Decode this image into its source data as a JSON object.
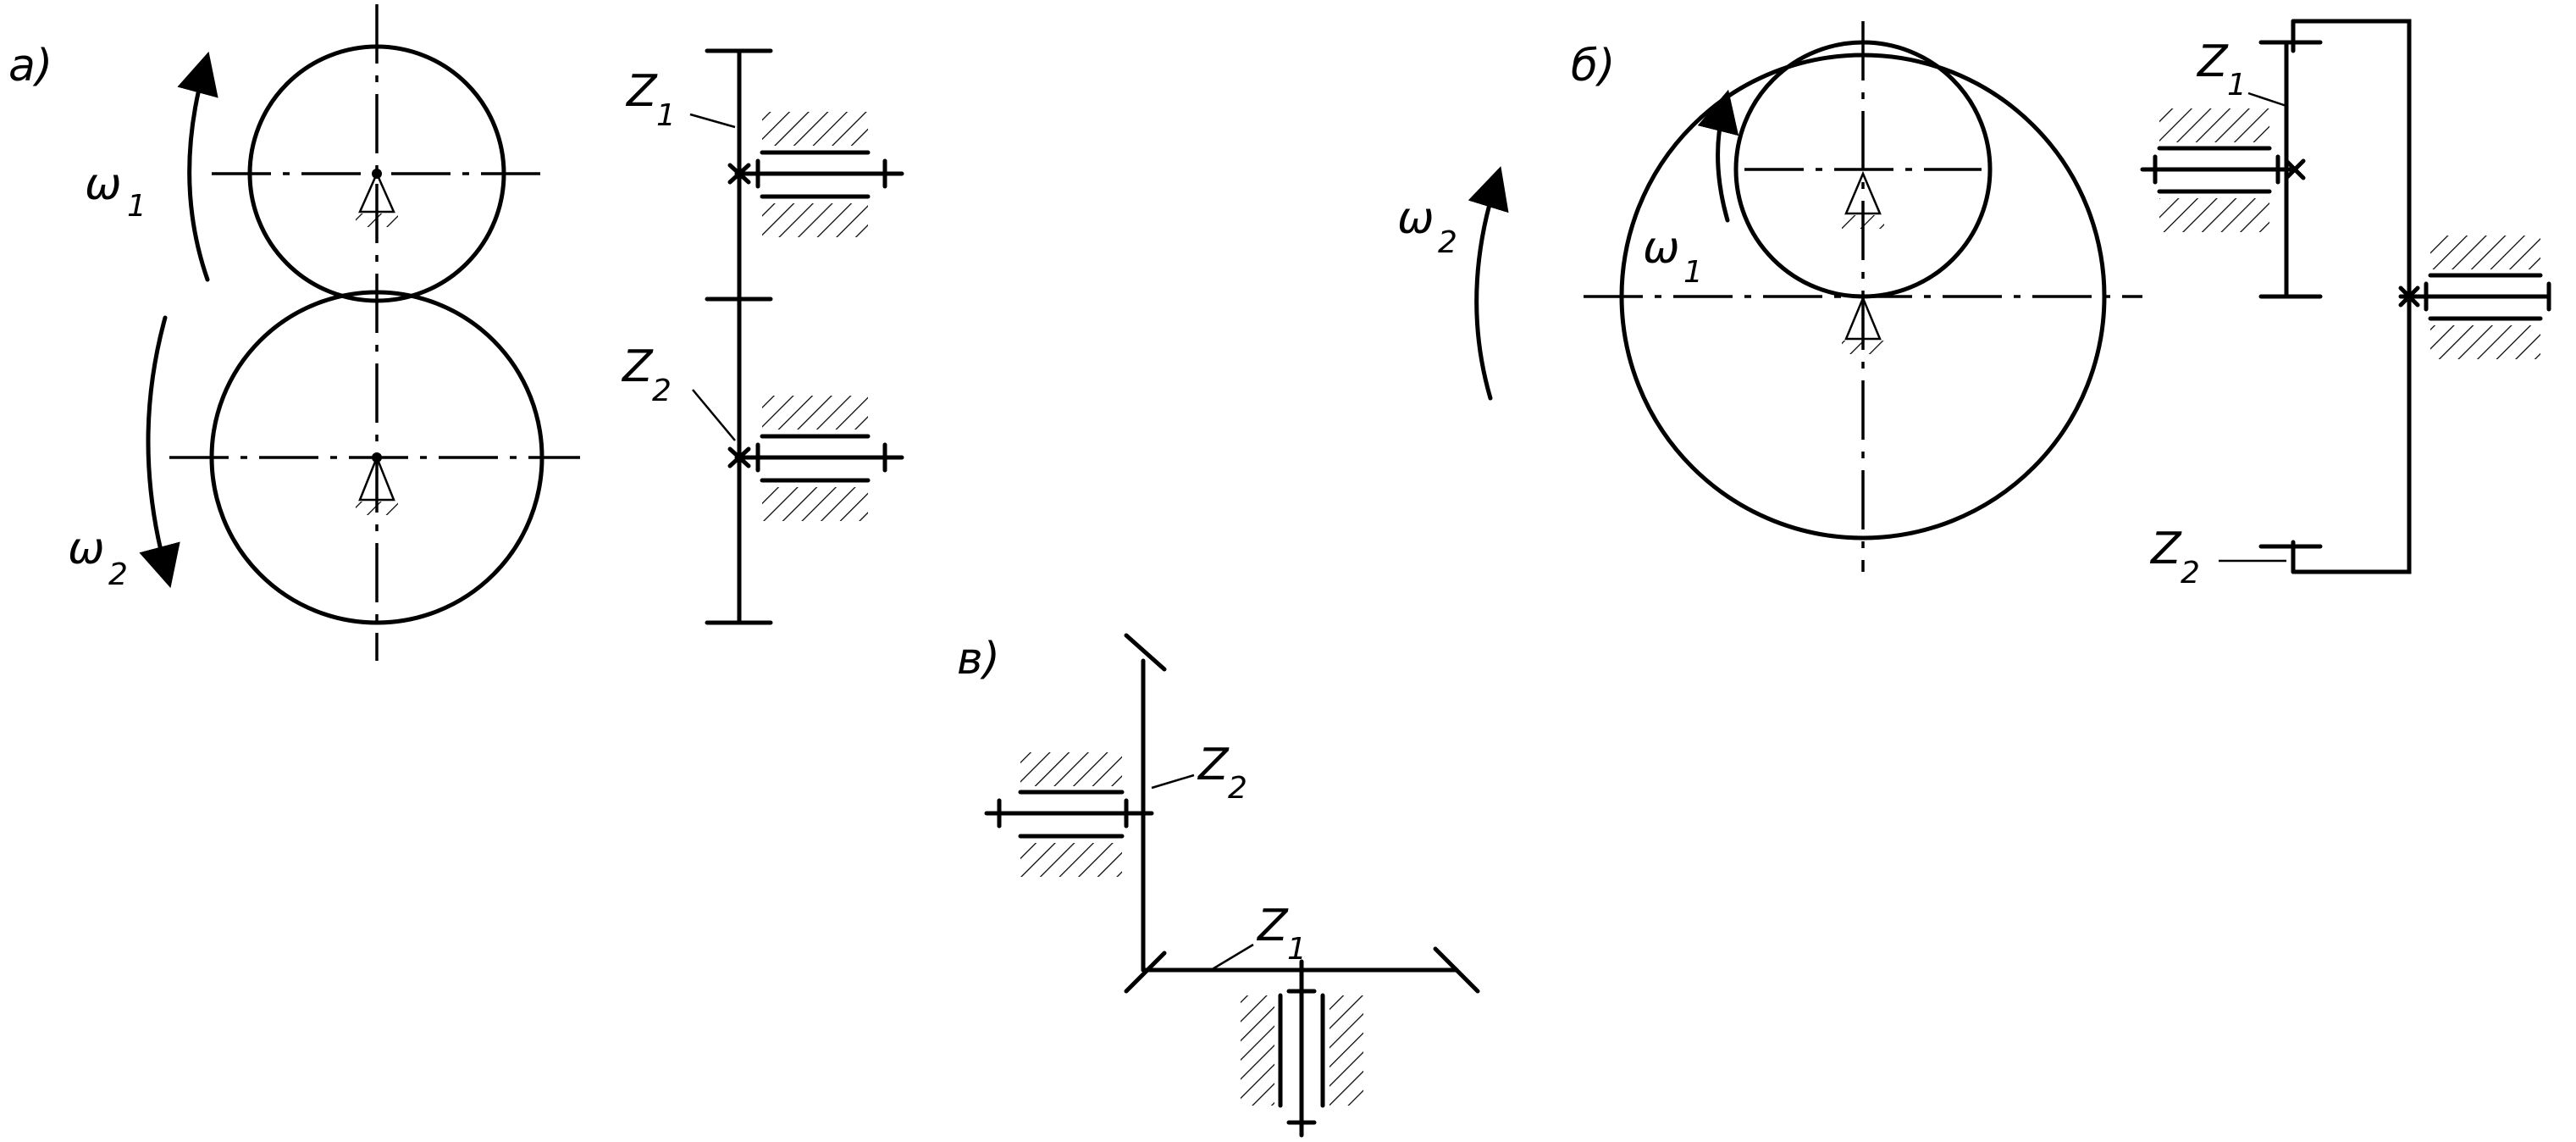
{
  "panels": {
    "a": {
      "label": "а)",
      "omega1": "ω",
      "omega1_sub": "1",
      "omega2": "ω",
      "omega2_sub": "2",
      "z1": "Z",
      "z1_sub": "1",
      "z2": "Z",
      "z2_sub": "2"
    },
    "b": {
      "label": "б)",
      "omega1": "ω",
      "omega1_sub": "1",
      "omega2": "ω",
      "omega2_sub": "2",
      "z1": "Z",
      "z1_sub": "1",
      "z2": "Z",
      "z2_sub": "2"
    },
    "v": {
      "label": "в)",
      "z1": "Z",
      "z1_sub": "1",
      "z2": "Z",
      "z2_sub": "2"
    }
  }
}
